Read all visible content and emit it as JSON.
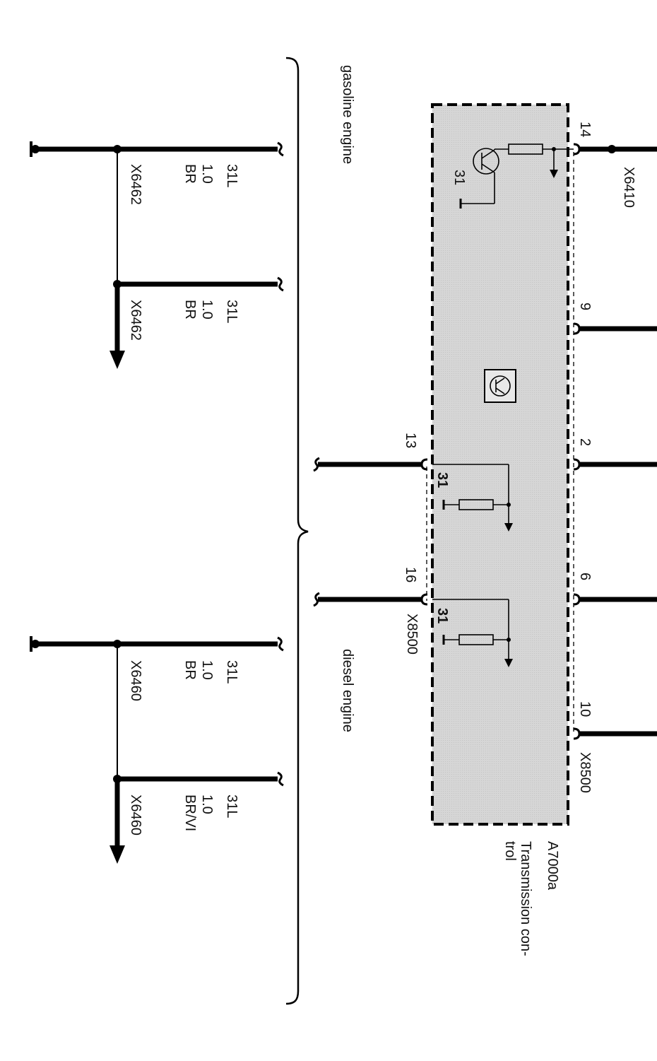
{
  "component": {
    "id": "A7000a",
    "name_lines": [
      "Transmission con-",
      "trol"
    ]
  },
  "groups": {
    "gasoline": "gasoline engine",
    "diesel": "diesel engine"
  },
  "pins": {
    "p14": "14",
    "p9": "9",
    "p2": "2",
    "p6": "6",
    "p10": "10",
    "p13": "13",
    "p16": "16"
  },
  "connectors": {
    "right": "X6410",
    "right_bottom": "X8500",
    "left_bottom": "X8500"
  },
  "ground_label": "31",
  "wires": [
    {
      "code": "31L",
      "size": "1.0",
      "color": "BR",
      "splice": "X6462"
    },
    {
      "code": "31L",
      "size": "1.0",
      "color": "BR",
      "splice": "X6462"
    },
    {
      "code": "31L",
      "size": "1.0",
      "color": "BR",
      "splice": "X6460"
    },
    {
      "code": "31L",
      "size": "1.0",
      "color": "BR/VI",
      "splice": "X6460"
    }
  ]
}
